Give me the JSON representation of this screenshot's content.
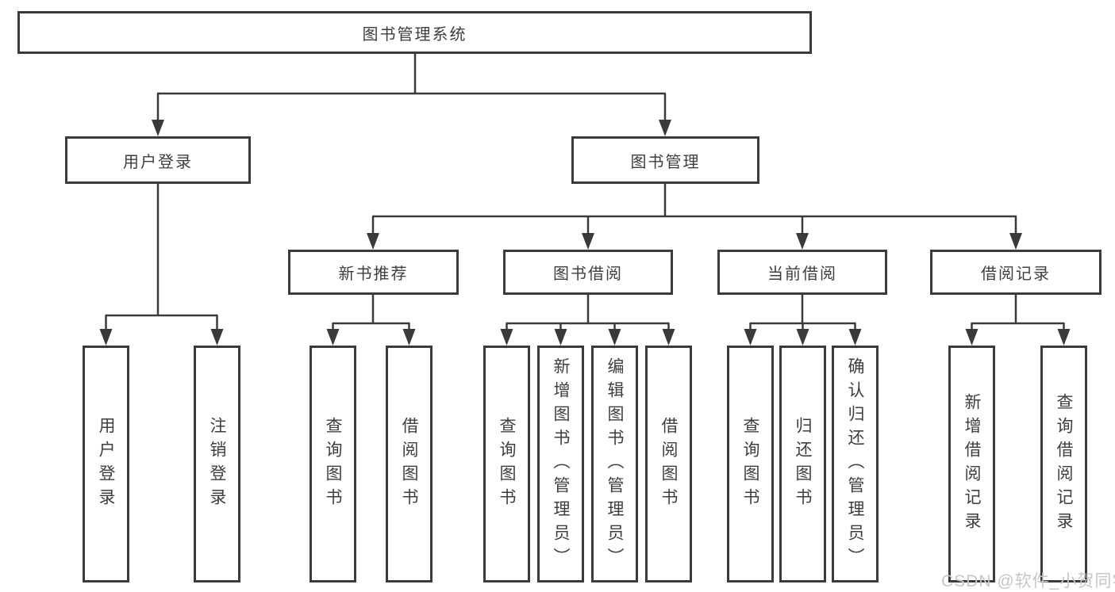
{
  "diagram": {
    "title": "图书管理系统",
    "level2": [
      "用户登录",
      "图书管理"
    ],
    "level3": [
      "新书推荐",
      "图书借阅",
      "当前借阅",
      "借阅记录"
    ],
    "leaves": [
      [
        "用户登录",
        "注销登录"
      ],
      [
        "查询图书",
        "借阅图书"
      ],
      [
        "查询图书",
        "新增图书（管理员）",
        "编辑图书（管理员）",
        "借阅图书"
      ],
      [
        "查询图书",
        "归还图书",
        "确认归还（管理员）"
      ],
      [
        "新增借阅记录",
        "查询借阅记录"
      ]
    ]
  },
  "watermark": {
    "text": "CSDN @软件_小贺同学"
  },
  "colors": {
    "line": "#3a3a3a",
    "box_border": "#3b3b3b",
    "text": "#3e3e3e",
    "watermark": "#c6c6c6",
    "background": "#ffffff"
  }
}
